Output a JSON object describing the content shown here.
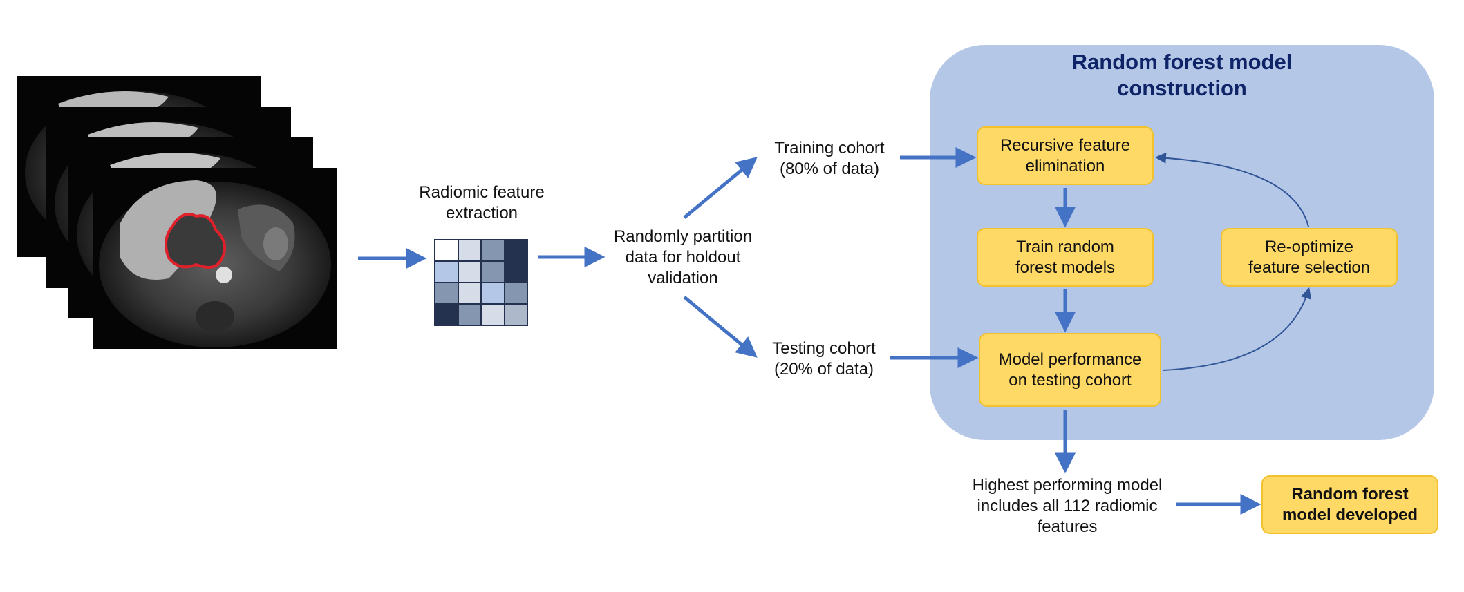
{
  "images": {
    "mri_slices": [
      {
        "name": "mri-slice-1"
      },
      {
        "name": "mri-slice-2"
      },
      {
        "name": "mri-slice-3"
      },
      {
        "name": "mri-slice-4"
      }
    ],
    "tumor_contour_color": "#e0202a"
  },
  "steps": {
    "feature_extraction": "Radiomic feature\nextraction",
    "partition": "Randomly partition\ndata for holdout\nvalidation",
    "training_cohort": "Training cohort\n(80% of data)",
    "testing_cohort": "Testing cohort\n(20% of data)",
    "highest_model": "Highest performing model\nincludes all 112 radiomic\nfeatures"
  },
  "matrix": {
    "cells": [
      "#ffffff",
      "#d6dce8",
      "#8496b0",
      "#24324f",
      "#b4c7e7",
      "#d6dce8",
      "#8496b0",
      "#24324f",
      "#8496b0",
      "#d6dce8",
      "#b4c7e7",
      "#8496b0",
      "#24324f",
      "#8496b0",
      "#d6dce8",
      "#adb9ca"
    ]
  },
  "panel": {
    "title": "Random forest model\nconstruction",
    "background": "#b4c7e7",
    "title_color": "#0f2367"
  },
  "boxes": {
    "recursive": "Recursive feature\nelimination",
    "train": "Train random\nforest models",
    "reoptimize": "Re-optimize\nfeature selection",
    "performance": "Model performance\non testing cohort",
    "final": "Random forest\nmodel developed"
  },
  "colors": {
    "arrow": "#4472c4",
    "loop_arrow": "#2f5597",
    "box_fill": "#ffd966",
    "box_border": "#f2c12e"
  }
}
